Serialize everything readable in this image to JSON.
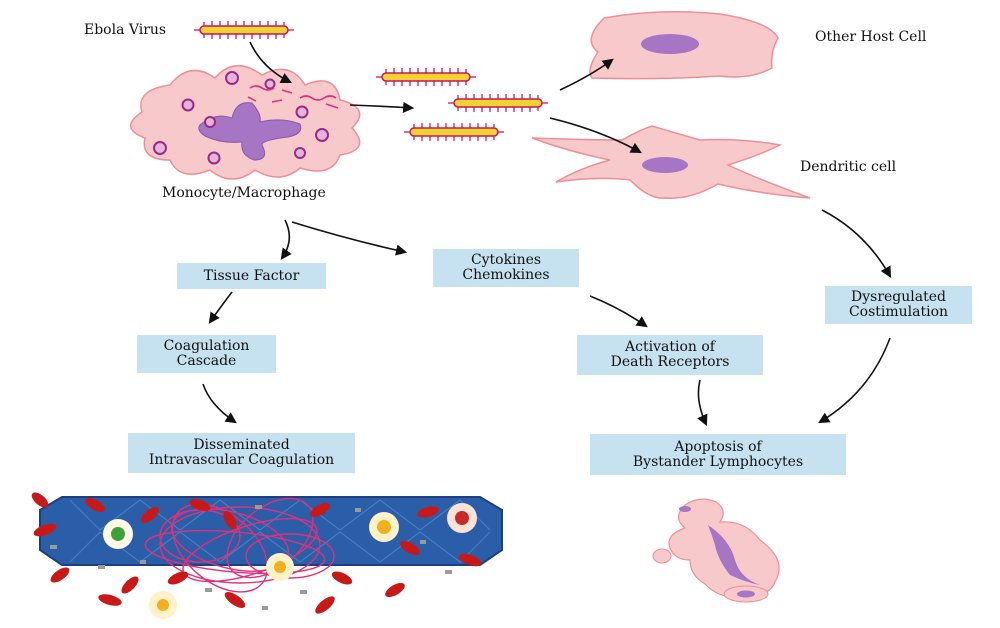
{
  "labels": {
    "ebola_virus": "Ebola Virus",
    "other_host_cell": "Other Host  Cell",
    "dendritic_cell": "Dendritic cell",
    "monocyte": "Monocyte/Macrophage"
  },
  "boxes": {
    "tissue_factor": [
      "Tissue Factor"
    ],
    "cytokines": [
      "Cytokines",
      "Chemokines"
    ],
    "dysregulated": [
      "Dysregulated",
      "Costimulation"
    ],
    "coagulation": [
      "Coagulation",
      "Cascade"
    ],
    "death_receptors": [
      "Activation of",
      "Death Receptors"
    ],
    "dic": [
      "Disseminated",
      "Intravascular Coagulation"
    ],
    "apoptosis": [
      "Apoptosis of",
      "Bystander Lymphocytes"
    ]
  },
  "colors": {
    "box_fill": "#c6e2f0",
    "cell_pink": "#f7c9cb",
    "nucleus_purple": "#a675c4",
    "virus_yellow": "#f0d230",
    "virus_spikes": "#e0307a",
    "vessel_blue": "#2a5ea8",
    "rbc_red": "#c81818"
  }
}
